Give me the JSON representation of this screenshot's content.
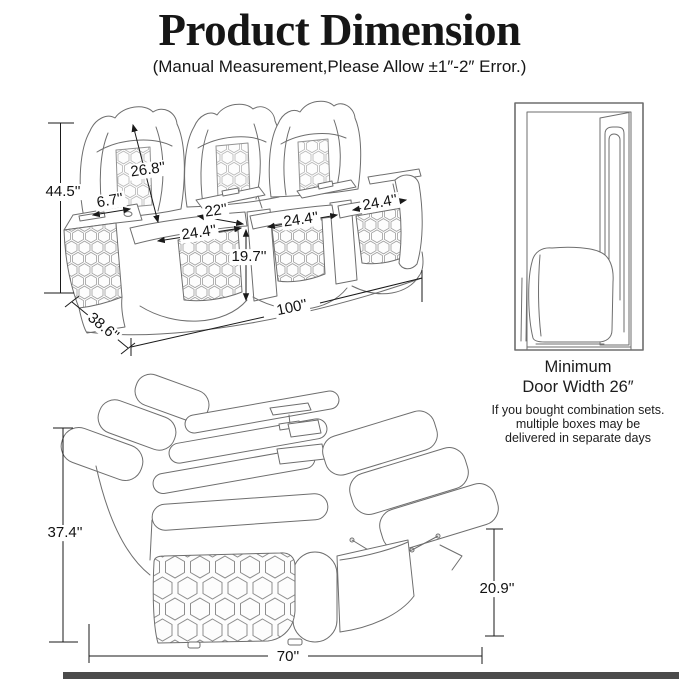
{
  "header": {
    "title": "Product Dimension",
    "subtitle": "(Manual Measurement,Please Allow ±1″-2″ Error.)"
  },
  "front_view": {
    "overall_height": "44.5''",
    "backrest_length": "26.8''",
    "armrest_width": "6.7''",
    "middle_seat_width": "22''",
    "seat_width_left": "24.4''",
    "seat_width_middle": "24.4''",
    "seat_width_right": "24.4''",
    "seat_height": "19.7''",
    "overall_width": "100''",
    "overall_depth": "38.6''"
  },
  "reclined_view": {
    "reclined_back_height": "37.4''",
    "footrest_height": "20.9''",
    "reclined_length": "70''"
  },
  "door": {
    "caption_line1": "Minimum",
    "caption_line2": "Door Width 26″",
    "note_line1": "If you bought combination sets.",
    "note_line2": "multiple boxes may be",
    "note_line3": "delivered in separate days"
  }
}
